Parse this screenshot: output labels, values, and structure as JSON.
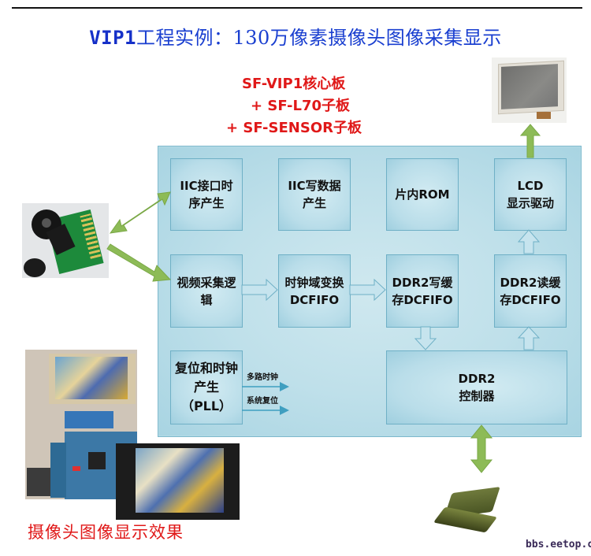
{
  "title": {
    "prefix": "VIP1",
    "text": "工程实例：130万像素摄像头图像采集显示"
  },
  "subtitle": {
    "line1": "SF-VIP1核心板",
    "line2": "+ SF-L70子板",
    "line3": "+ SF-SENSOR子板"
  },
  "blocks": {
    "iic_timing": {
      "line1": "IIC接口时",
      "line2": "序产生"
    },
    "iic_write": {
      "line1": "IIC写数据",
      "line2": "产生"
    },
    "rom": {
      "line1": "片内ROM"
    },
    "lcd": {
      "line1": "LCD",
      "line2": "显示驱动"
    },
    "video_capture": {
      "line1": "视频采集逻",
      "line2": "辑"
    },
    "clock_domain": {
      "line1": "时钟域变换",
      "line2": "DCFIFO"
    },
    "ddr2_write": {
      "line1": "DDR2写缓",
      "line2": "存DCFIFO"
    },
    "ddr2_read": {
      "line1": "DDR2读缓",
      "line2": "存DCFIFO"
    },
    "reset_clock": {
      "line1": "复位和时钟",
      "line2": "产生",
      "line3": "（PLL）"
    },
    "ddr2_ctrl": {
      "line1": "DDR2",
      "line2": "控制器"
    }
  },
  "signals": {
    "multi_clock": "多路时钟",
    "system_reset": "系统复位"
  },
  "caption": "摄像头图像显示效果",
  "watermark": "bbs.eetop.cn",
  "colors": {
    "title_blue": "#1a3fd0",
    "accent_red": "#e01818",
    "arrow_green": "#8dbb57",
    "panel_blue": "#bfe0ea"
  }
}
